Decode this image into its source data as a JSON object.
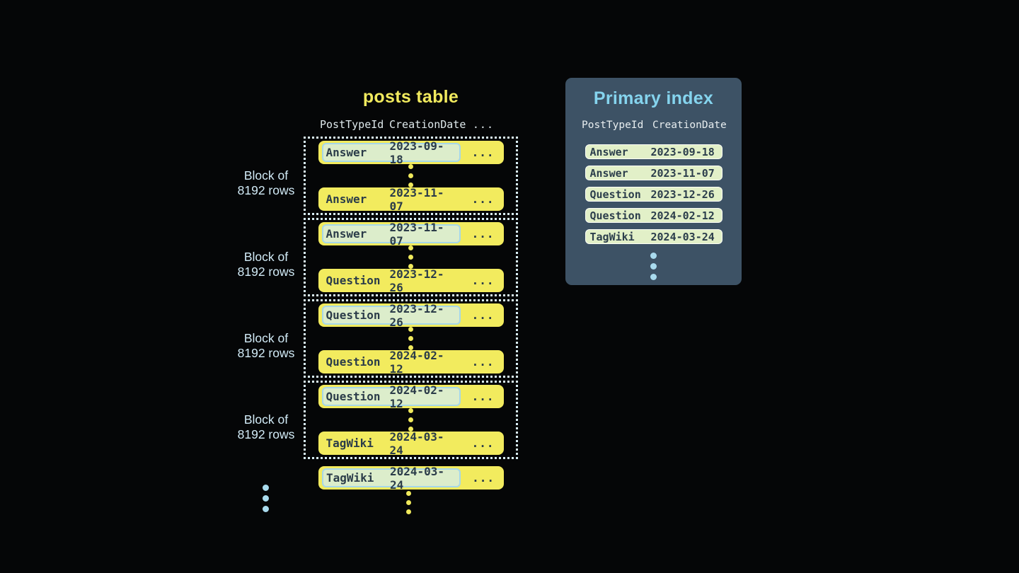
{
  "posts_table": {
    "title": "posts table",
    "headers": {
      "col1": "PostTypeId",
      "col2": "CreationDate",
      "more": "..."
    },
    "block_label": {
      "line1": "Block of",
      "line2": "8192 rows"
    },
    "row_more": "...",
    "blocks": [
      {
        "first": {
          "type": "Answer",
          "date": "2023-09-18"
        },
        "last": {
          "type": "Answer",
          "date": "2023-11-07"
        }
      },
      {
        "first": {
          "type": "Answer",
          "date": "2023-11-07"
        },
        "last": {
          "type": "Question",
          "date": "2023-12-26"
        }
      },
      {
        "first": {
          "type": "Question",
          "date": "2023-12-26"
        },
        "last": {
          "type": "Question",
          "date": "2024-02-12"
        }
      },
      {
        "first": {
          "type": "Question",
          "date": "2024-02-12"
        },
        "last": {
          "type": "TagWiki",
          "date": "2024-03-24"
        }
      }
    ],
    "overflow_row": {
      "type": "TagWiki",
      "date": "2024-03-24"
    }
  },
  "primary_index": {
    "title": "Primary index",
    "headers": {
      "col1": "PostTypeId",
      "col2": "CreationDate"
    },
    "rows": [
      {
        "type": "Answer",
        "date": "2023-09-18"
      },
      {
        "type": "Answer",
        "date": "2023-11-07"
      },
      {
        "type": "Question",
        "date": "2023-12-26"
      },
      {
        "type": "Question",
        "date": "2024-02-12"
      },
      {
        "type": "TagWiki",
        "date": "2024-03-24"
      }
    ]
  },
  "colors": {
    "background": "#050607",
    "row_yellow": "#f2eb5e",
    "title_yellow": "#f1ea5e",
    "highlight_green": "#dcedcb",
    "highlight_border_cyan": "#a6d7e9",
    "index_row_green": "#e2f0c8",
    "index_row_border_white": "#fbfdf7",
    "panel_slate": "#3d5265",
    "panel_title_blue": "#85d4ee",
    "label_light_blue": "#d2ebf7",
    "dark_text": "#2b3c49",
    "dotted_border": "#d9eef6",
    "blue_dot": "#a9dbee"
  }
}
